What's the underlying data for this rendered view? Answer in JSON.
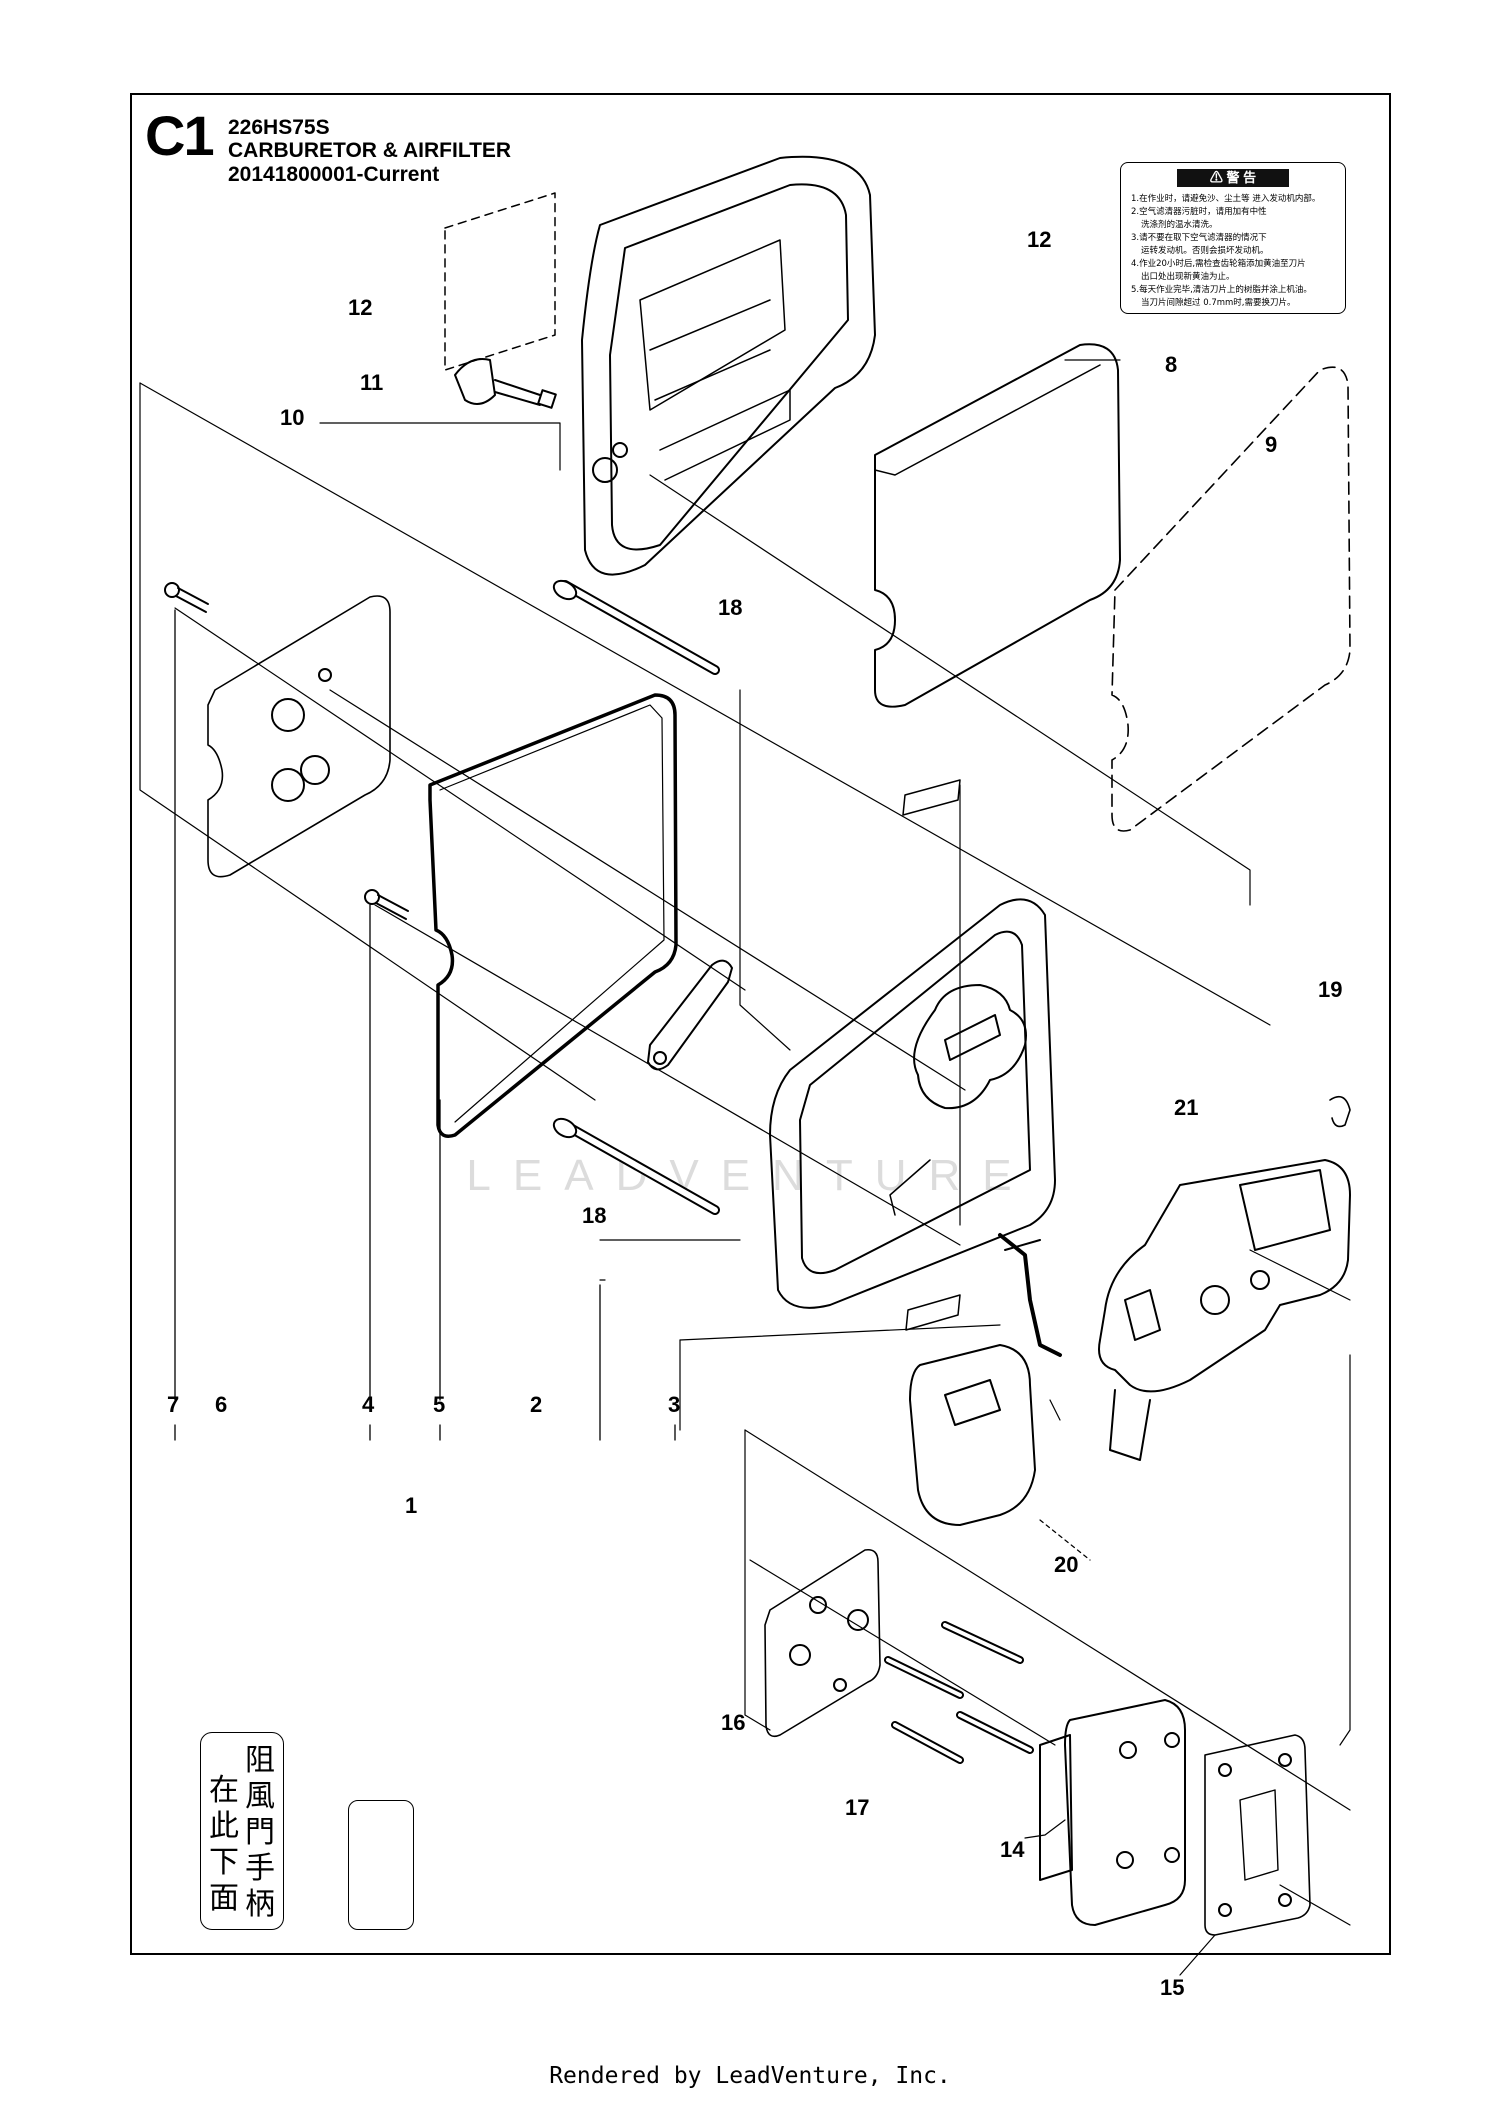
{
  "header": {
    "section_code": "C1",
    "model": "226HS75S",
    "title": "CARBURETOR & AIRFILTER",
    "serial_range": "20141800001-Current"
  },
  "callouts": [
    {
      "id": "12a",
      "label": "12"
    },
    {
      "id": "12b",
      "label": "12"
    },
    {
      "id": "11",
      "label": "11"
    },
    {
      "id": "10",
      "label": "10"
    },
    {
      "id": "8",
      "label": "8"
    },
    {
      "id": "9",
      "label": "9"
    },
    {
      "id": "18a",
      "label": "18"
    },
    {
      "id": "18b",
      "label": "18"
    },
    {
      "id": "19",
      "label": "19"
    },
    {
      "id": "21",
      "label": "21"
    },
    {
      "id": "7",
      "label": "7"
    },
    {
      "id": "6",
      "label": "6"
    },
    {
      "id": "4",
      "label": "4"
    },
    {
      "id": "5",
      "label": "5"
    },
    {
      "id": "2",
      "label": "2"
    },
    {
      "id": "3",
      "label": "3"
    },
    {
      "id": "1",
      "label": "1"
    },
    {
      "id": "20",
      "label": "20"
    },
    {
      "id": "16",
      "label": "16"
    },
    {
      "id": "17",
      "label": "17"
    },
    {
      "id": "14",
      "label": "14"
    },
    {
      "id": "15",
      "label": "15"
    }
  ],
  "warning_label": {
    "heading": "⚠ 警 告",
    "lines": [
      "1.在作业时，请避免沙、尘土等 进入发动机内部。",
      "2.空气滤清器污脏时，请用加有中性",
      "洗涤剂的温水清洗。",
      "3.请不要在取下空气滤清器的情况下",
      "运转发动机。否则会损坏发动机。",
      "4.作业20小时后,需检查齿轮箱添加黄油至刀片",
      "出口处出现新黄油为止。",
      "5.每天作业完毕,清洁刀片上的树脂并涂上机油。",
      "当刀片间隙超过 0.7mm时,需要换刀片。"
    ]
  },
  "choke_label": {
    "col_right": "阻風門手柄",
    "col_left": "在此下面"
  },
  "watermark": "LEADVENTURE",
  "footer": "Rendered by LeadVenture, Inc."
}
